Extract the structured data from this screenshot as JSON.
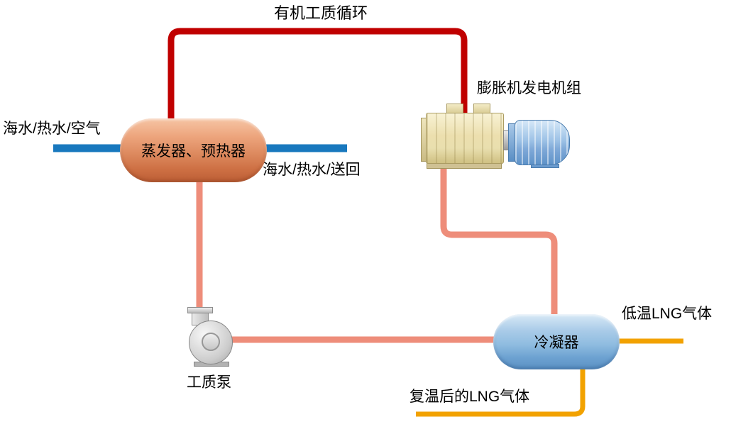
{
  "labels": {
    "cycle": "有机工质循环",
    "expander_unit": "膨胀机发电机组",
    "heat_source_in": "海水/热水/空气",
    "evaporator": "蒸发器、预热器",
    "heat_source_out": "海水/热水/送回",
    "pump": "工质泵",
    "condenser": "冷凝器",
    "lng_in": "低温LNG气体",
    "lng_out": "复温后的LNG气体"
  },
  "colors": {
    "hot_pipe": "#c00000",
    "warm_pipe": "#ee8d7a",
    "water_pipe": "#1878be",
    "lng_pipe": "#f2a200",
    "evaporator_body": "#dd8a5f",
    "condenser_body": "#8fbce0",
    "expander_body": "#e9dfae",
    "generator_body": "#7fa9d8",
    "pump_body": "#cccccc",
    "text": "#000000"
  }
}
